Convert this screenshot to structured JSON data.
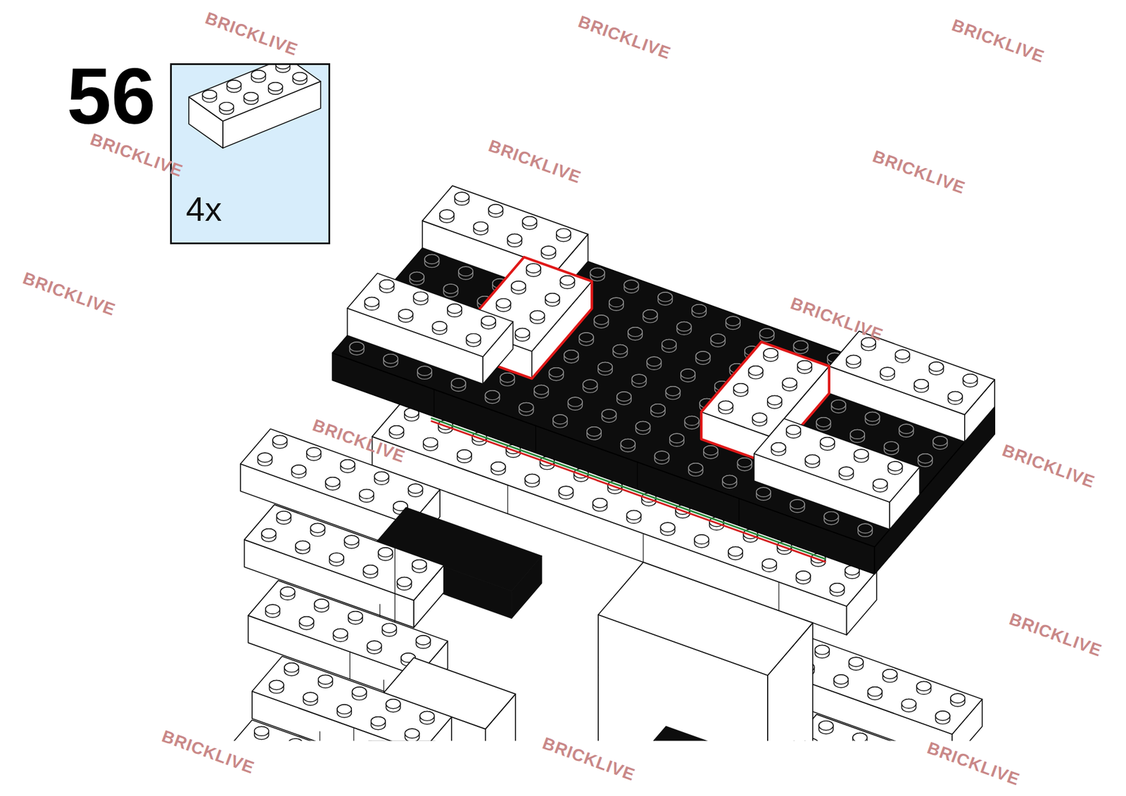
{
  "diagram": {
    "nodes": [
      {
        "text": [
          "4x"
        ]
      }
    ],
    "labels": [
      "56",
      "BRICKLIVE",
      "BRICKLIVE",
      "BRICKLIVE",
      "BRICKLIVE",
      "BRICKLIVE",
      "BRICKLIVE",
      "BRICKLIVE",
      "BRICKLIVE",
      "BRICKLIVE",
      "BRICKLIVE",
      "BRICKLIVE",
      "BRICKLIVE",
      "BRICKLIVE",
      "BRICKLIVE"
    ]
  }
}
